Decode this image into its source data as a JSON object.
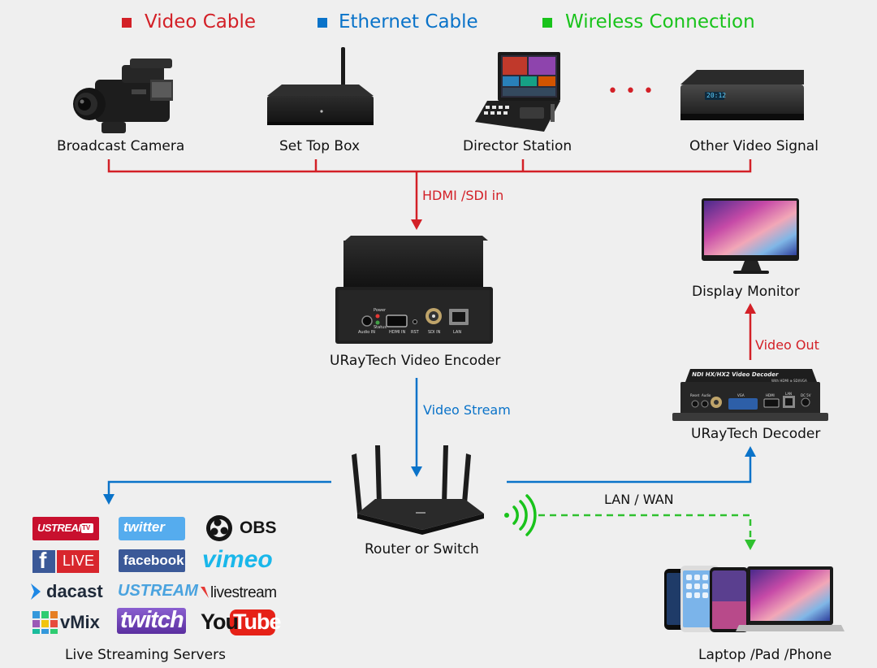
{
  "colors": {
    "video": "#d32027",
    "ethernet": "#0a73c9",
    "wireless": "#19c31b",
    "line_green": "#2fc12f"
  },
  "legend": {
    "video": "Video Cable",
    "ethernet": "Ethernet Cable",
    "wireless": "Wireless Connection"
  },
  "sources": {
    "camera": "Broadcast Camera",
    "settop": "Set Top Box",
    "director": "Director Station",
    "other": "Other Video Signal",
    "ellipsis": "• • •"
  },
  "connections": {
    "hdmi_in": "HDMI /SDI in",
    "video_stream": "Video Stream",
    "video_out": "Video Out",
    "lan_wan": "LAN / WAN"
  },
  "devices": {
    "encoder": "URayTech Video Encoder",
    "display": "Display Monitor",
    "decoder": "URayTech Decoder",
    "router": "Router or Switch",
    "servers": "Live Streaming Servers",
    "clients": "Laptop /Pad /Phone"
  },
  "encoder_ports": {
    "audio": "Audio IN",
    "power": "Power",
    "status": "Status",
    "hdmi": "HDMI IN",
    "rst": "RST",
    "sdi": "SDI IN",
    "lan": "LAN"
  },
  "decoder_header": "NDI HX/HX2 Video Decoder",
  "decoder_sub": "With HDMI ⊕ SDI/VGA",
  "decoder_ports": {
    "reset": "Reset",
    "audio": "Audio",
    "vga": "VGA",
    "hdmi": "HDMI",
    "lan": "LAN",
    "dc": "DC 5V"
  },
  "settop_clock": "20:12",
  "streaming_logos": {
    "ustreamtv": "USTREAM",
    "tv_badge": "TV",
    "twitter": "twitter",
    "obs": "OBS",
    "fb_f": "f",
    "live": "LIVE",
    "facebook": "facebook",
    "vimeo": "vimeo",
    "dacast": "dacast",
    "ustream": "USTREAM",
    "livestream": "livestream",
    "vmix": "vMix",
    "twitch": "twitch",
    "you": "You",
    "tube": "Tube"
  }
}
